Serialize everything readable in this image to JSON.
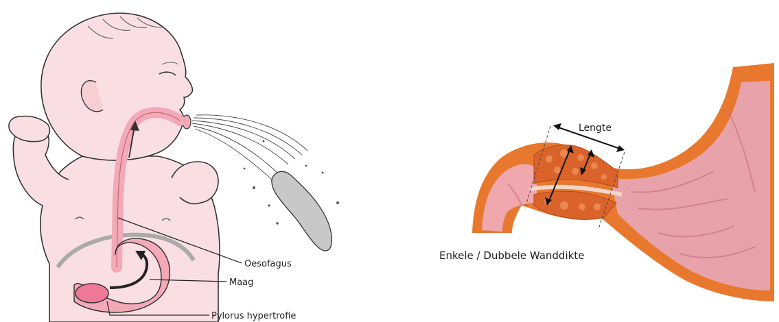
{
  "left_panel": {
    "labels": {
      "oesophagus": "Oesofagus",
      "stomach": "Maag",
      "pylorus": "Pylorus hypertrofie"
    }
  },
  "right_panel": {
    "labels": {
      "length": "Lengte",
      "wall_thickness": "Enkele / Dubbele Wanddikte"
    }
  },
  "colors": {
    "skin": "#f9dfe3",
    "esophagus": "#f3a9b8",
    "stomach_tissue": "#e7a2a6",
    "muscle": "#e8782e",
    "mucosa_dark": "#c97582"
  }
}
